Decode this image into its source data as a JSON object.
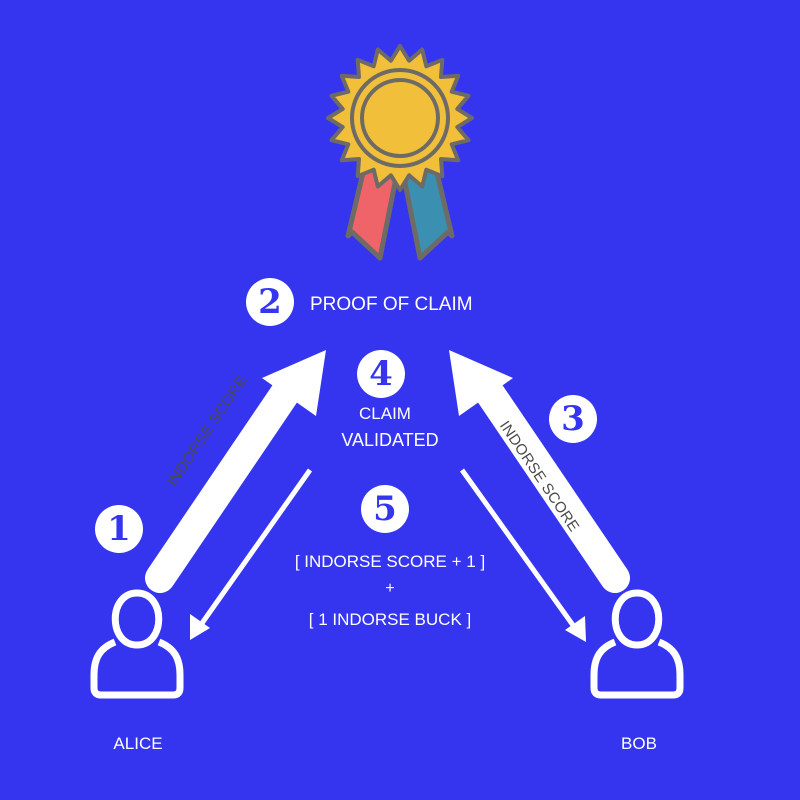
{
  "colors": {
    "background": "#3535ef",
    "foreground": "#ffffff",
    "badge_gold": "#f2bf3a",
    "badge_outline": "#6e6a66",
    "ribbon_left": "#ee6469",
    "ribbon_right": "#3b8fb0",
    "arrow_text": "#4a4a4a"
  },
  "badge": {
    "icon": "award-ribbon-icon"
  },
  "steps": [
    {
      "number": "1"
    },
    {
      "number": "2",
      "label": "PROOF OF CLAIM"
    },
    {
      "number": "3"
    },
    {
      "number": "4",
      "label_line1": "CLAIM",
      "label_line2": "VALIDATED"
    },
    {
      "number": "5",
      "line1": "[ INDORSE SCORE  + 1 ]",
      "line2": "+",
      "line3": "[ 1 INDORSE BUCK ]"
    }
  ],
  "arrows": {
    "left_up_label": "INDORSE SCORE",
    "right_up_label": "INDORSE SCORE"
  },
  "users": [
    {
      "name": "ALICE",
      "icon": "user-icon"
    },
    {
      "name": "BOB",
      "icon": "user-icon"
    }
  ]
}
